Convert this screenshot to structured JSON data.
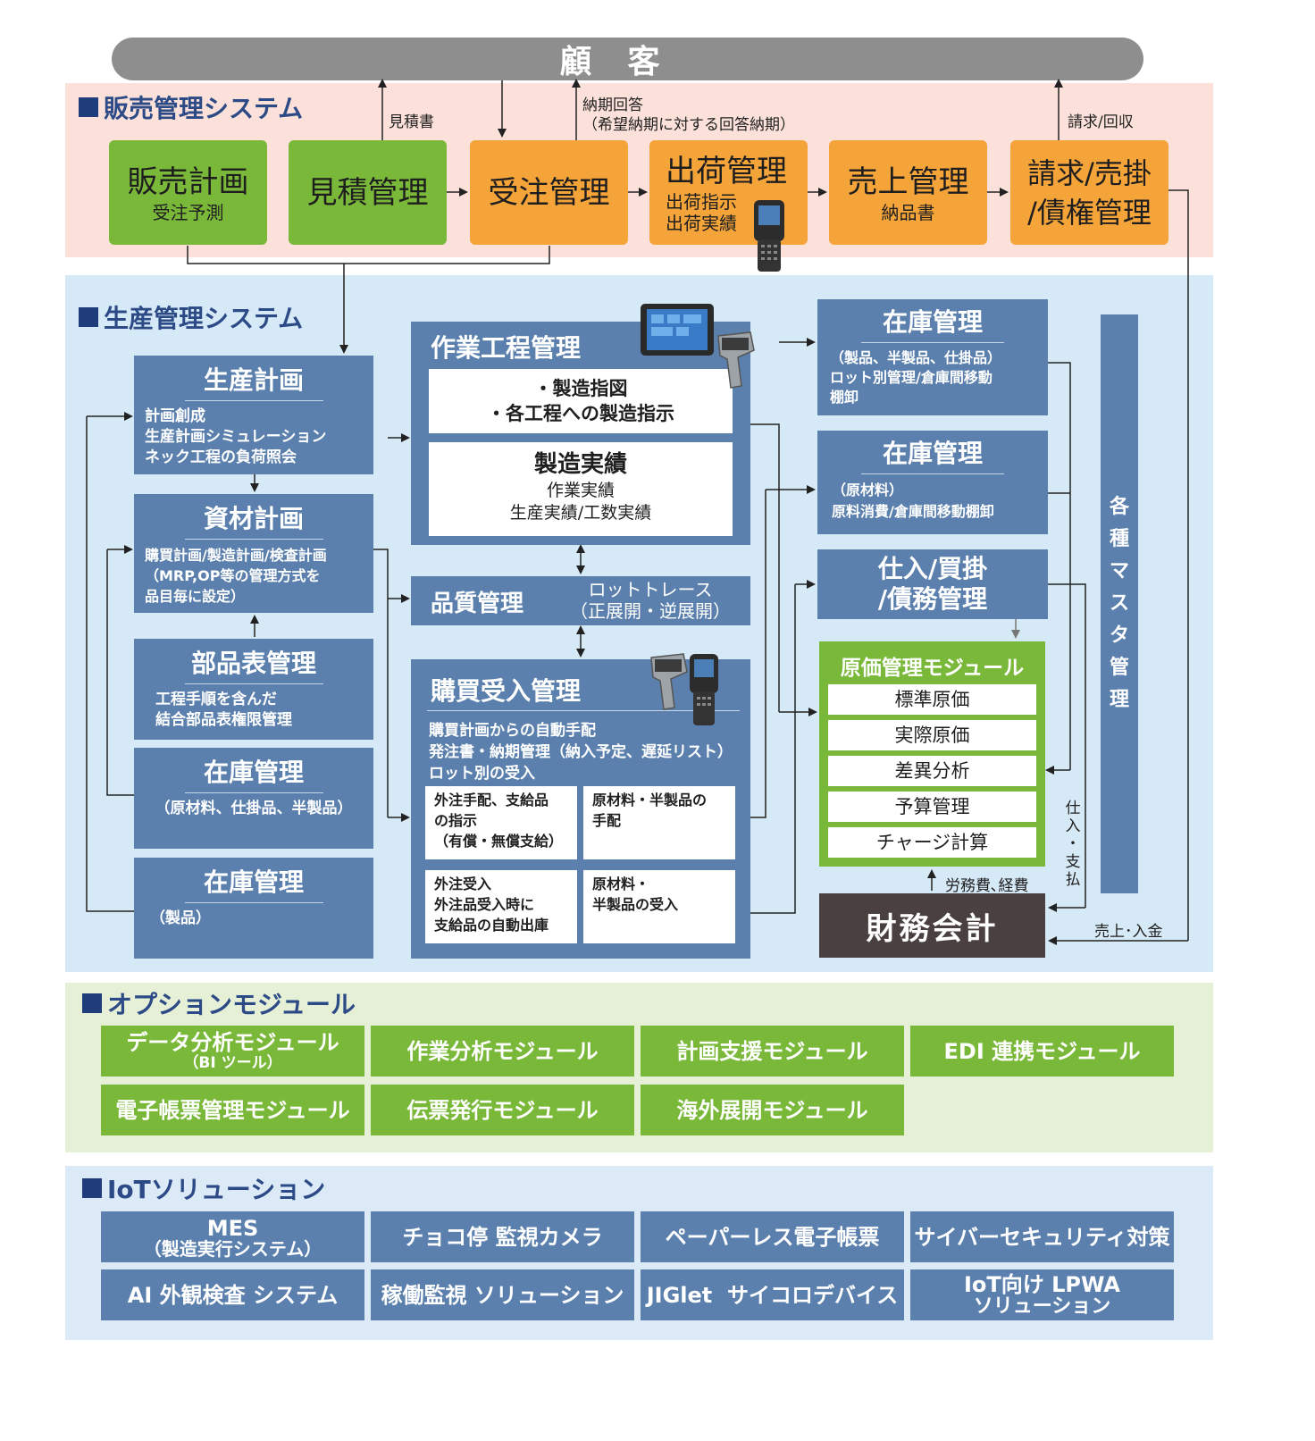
{
  "customer": "顧客",
  "sales": {
    "title": "販売管理システム",
    "flows": {
      "estimate": "見積書",
      "delivery_answer_1": "納期回答",
      "delivery_answer_2": "（希望納期に対する回答納期）",
      "billing": "請求/回収"
    },
    "boxes": [
      {
        "title": "販売計画",
        "sub": "受注予測"
      },
      {
        "title": "見積管理",
        "sub": ""
      },
      {
        "title": "受注管理",
        "sub": ""
      },
      {
        "title": "出荷管理",
        "sub1": "出荷指示",
        "sub2": "出荷実績"
      },
      {
        "title": "売上管理",
        "sub": "納品書"
      },
      {
        "title1": "請求/売掛",
        "title2": "/債権管理"
      }
    ]
  },
  "production": {
    "title": "生産管理システム",
    "plan": {
      "title": "生産計画",
      "lines": [
        "計画創成",
        "生産計画シミュレーション",
        "ネック工程の負荷照会"
      ]
    },
    "material": {
      "title": "資材計画",
      "lines": [
        "購買計画/製造計画/検査計画",
        "（MRP,OP等の管理方式を",
        "品目毎に設定）"
      ]
    },
    "bom": {
      "title": "部品表管理",
      "lines": [
        "工程手順を含んだ",
        "結合部品表権限管理"
      ]
    },
    "stock_raw": {
      "title": "在庫管理",
      "lines": [
        "（原材料、仕掛品、半製品）"
      ]
    },
    "stock_prod": {
      "title": "在庫管理",
      "lines": [
        "（製品）"
      ]
    },
    "process": {
      "title": "作業工程管理",
      "inst_1": "・製造指図",
      "inst_2": "・各工程への製造指示",
      "result_title": "製造実績",
      "result_1": "作業実績",
      "result_2": "生産実績/工数実績"
    },
    "quality": {
      "title": "品質管理",
      "sub_1": "ロットトレース",
      "sub_2": "（正展開・逆展開）"
    },
    "purchase": {
      "title": "購買受入管理",
      "lines": [
        "購買計画からの自動手配",
        "発注書・納期管理（納入予定、遅延リスト）",
        "ロット別の受入"
      ],
      "cells": [
        [
          "外注手配、支給品",
          "の指示",
          "（有償・無償支給）"
        ],
        [
          "原材料・半製品の",
          "手配"
        ],
        [
          "外注受入",
          "外注品受入時に",
          "支給品の自動出庫"
        ],
        [
          "原材料・",
          "半製品の受入"
        ]
      ]
    },
    "inv1": {
      "title": "在庫管理",
      "lines": [
        "（製品、半製品、仕掛品）",
        "ロット別管理/倉庫間移動",
        "棚卸"
      ]
    },
    "inv2": {
      "title": "在庫管理",
      "lines": [
        "（原材料）",
        "原料消費/倉庫間移動棚卸"
      ]
    },
    "payable": {
      "title1": "仕入/買掛",
      "title2": "/債務管理"
    },
    "cost": {
      "title": "原価管理モジュール",
      "rows": [
        "標準原価",
        "実際原価",
        "差異分析",
        "予算管理",
        "チャージ計算"
      ]
    },
    "finance": "財務会計",
    "master": [
      "各",
      "種",
      "マ",
      "ス",
      "タ",
      "管",
      "理"
    ],
    "labels": {
      "labor": "労務費､経費",
      "pay_chars": [
        "仕",
        "入",
        "・",
        "支",
        "払"
      ],
      "sales_income": "売上･入金"
    }
  },
  "options": {
    "title": "オプションモジュール",
    "items": [
      {
        "label": "データ分析モジュール",
        "sub": "（BI ツール）"
      },
      {
        "label": "作業分析モジュール"
      },
      {
        "label": "計画支援モジュール"
      },
      {
        "label": "EDI 連携モジュール"
      },
      {
        "label": "電子帳票管理モジュール"
      },
      {
        "label": "伝票発行モジュール"
      },
      {
        "label": "海外展開モジュール"
      }
    ]
  },
  "iot": {
    "title": "IoTソリューション",
    "items": [
      {
        "label": "MES",
        "sub": "（製造実行システム）"
      },
      {
        "label": "チョコ停 監視カメラ"
      },
      {
        "label": "ペーパーレス電子帳票"
      },
      {
        "label": "サイバーセキュリティ対策"
      },
      {
        "label": "AI 外観検査 システム"
      },
      {
        "label": "稼働監視 ソリューション"
      },
      {
        "label": "JIGlet  サイコロデバイス"
      },
      {
        "label": "IoT向け LPWA",
        "sub": "ソリューション"
      }
    ]
  },
  "colors": {
    "sales_bg": "#fbe1d9",
    "prod_bg": "#d6e9f6",
    "option_bg": "#e6f0d6",
    "iot_bg": "#dbeaf6",
    "green": "#7ab83a",
    "orange": "#f5a43a",
    "blue": "#5b80ad",
    "finance": "#4a4040"
  }
}
